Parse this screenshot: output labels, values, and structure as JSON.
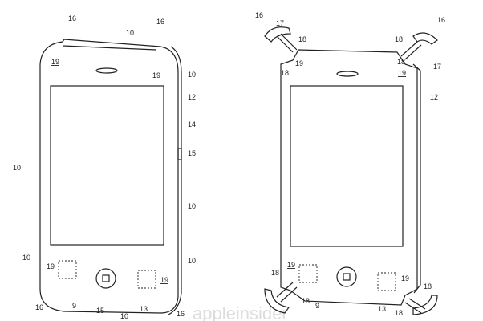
{
  "figure": {
    "left": {
      "labels": [
        "16",
        "10",
        "16",
        "19",
        "19",
        "10",
        "12",
        "14",
        "15",
        "10",
        "10",
        "10",
        "10",
        "19",
        "19",
        "16",
        "9",
        "15",
        "10",
        "13",
        "16"
      ]
    },
    "right": {
      "labels": [
        "16",
        "17",
        "18",
        "18",
        "19",
        "18",
        "16",
        "18",
        "19",
        "17",
        "12",
        "18",
        "19",
        "18",
        "9",
        "13",
        "18",
        "19",
        "18"
      ]
    },
    "watermark": "appleinsider"
  }
}
